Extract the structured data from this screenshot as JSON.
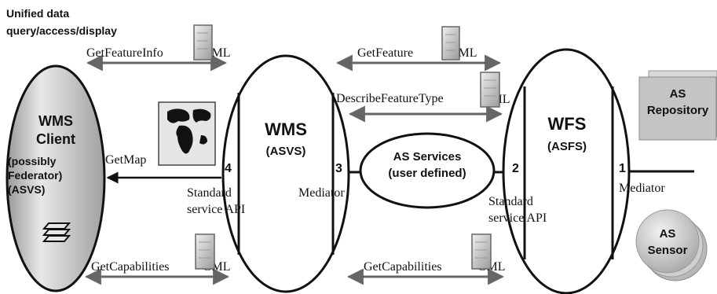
{
  "header": {
    "line1": "Unified data",
    "line2": "query/access/display"
  },
  "wms_client": {
    "title": "WMS",
    "title2": "Client",
    "sub1": "(possibly",
    "sub2": "Federator)",
    "sub3": "(ASVS)"
  },
  "wms": {
    "title": "WMS",
    "sub": "(ASVS)"
  },
  "wfs": {
    "title": "WFS",
    "sub": "(ASFS)"
  },
  "as_services": {
    "line1": "AS Services",
    "line2": "(user defined)"
  },
  "as_repository": {
    "line1": "AS",
    "line2": "Repository"
  },
  "as_sensor": {
    "line1": "AS",
    "line2": "Sensor"
  },
  "arrows": {
    "get_feature_info": "GetFeatureInfo",
    "gml_1": "GML",
    "get_feature": "GetFeature",
    "gml_2": "GML",
    "describe_feature_type": "DescribeFeatureType",
    "gml_3": "GML",
    "get_map": "GetMap",
    "get_capabilities_left": "GetCapabilities",
    "gml_4": "GML",
    "get_capabilities_right": "GetCapabilities",
    "gml_5": "GML"
  },
  "ports": {
    "p4": "4",
    "p3": "3",
    "p2": "2",
    "p1": "1"
  },
  "labels": {
    "standard_left_1": "Standard",
    "standard_left_2": "service API",
    "mediator_left": "Mediator",
    "standard_right_1": "Standard",
    "standard_right_2": "service API",
    "mediator_right": "Mediator"
  },
  "icons": [
    "document-icon",
    "world-map-icon",
    "layers-icon",
    "database-icon",
    "sensor-icon"
  ],
  "colors": {
    "client_fill": "#d0d0d0",
    "box_fill": "#c8c8c8",
    "arrow": "#555555"
  }
}
